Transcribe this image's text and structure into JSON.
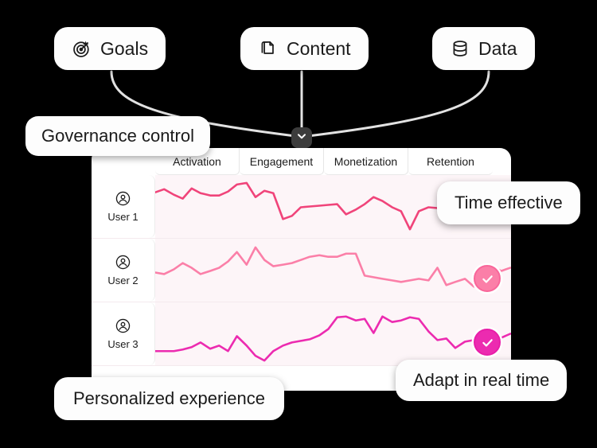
{
  "theme": {
    "background": "#000000",
    "pill_bg": "#fdfdfd",
    "text": "#1b1b1b",
    "panel_bg": "#ffffff",
    "chart_bg": "#fdf5f8",
    "connector": "#e2e2e2",
    "chevron_bg": "#3c3c3c",
    "line_user1": "#f0447a",
    "line_user2": "#fb7fa8",
    "line_user3": "#ec2bb0",
    "badge_user2": "#fb7fa8",
    "badge_user3": "#ec2bb0"
  },
  "sources": [
    {
      "id": "goals",
      "label": "Goals",
      "icon": "target-icon"
    },
    {
      "id": "content",
      "label": "Content",
      "icon": "documents-copy-icon"
    },
    {
      "id": "data",
      "label": "Data",
      "icon": "database-icon"
    }
  ],
  "connector_node": {
    "icon": "chevron-down-icon"
  },
  "callouts": {
    "governance": "Governance control",
    "time": "Time effective",
    "adapt": "Adapt in real time",
    "personalized": "Personalized experience"
  },
  "panel": {
    "tabs": [
      {
        "id": "activation",
        "label": "Activation"
      },
      {
        "id": "engagement",
        "label": "Engagement"
      },
      {
        "id": "monetization",
        "label": "Monetization"
      },
      {
        "id": "retention",
        "label": "Retention"
      }
    ],
    "rows": [
      {
        "id": "user1",
        "label": "User 1",
        "avatar": "user-circle-icon",
        "checked": false
      },
      {
        "id": "user2",
        "label": "User 2",
        "avatar": "user-circle-icon",
        "checked": true
      },
      {
        "id": "user3",
        "label": "User 3",
        "avatar": "user-circle-icon",
        "checked": true
      }
    ]
  },
  "chart_data": {
    "type": "line",
    "title": "",
    "xlabel": "",
    "ylabel": "",
    "grid": false,
    "legend_position": "left",
    "xlim": [
      0,
      40
    ],
    "ylim": [
      0,
      100
    ],
    "series": [
      {
        "name": "User 1",
        "color": "#f0447a",
        "values": [
          74,
          78,
          72,
          68,
          80,
          74,
          72,
          72,
          76,
          84,
          86,
          70,
          76,
          74,
          42,
          46,
          56,
          57,
          58,
          59,
          60,
          48,
          54,
          60,
          68,
          64,
          56,
          52,
          32,
          52,
          56,
          55,
          54,
          62,
          74,
          66,
          70,
          68,
          72,
          70
        ]
      },
      {
        "name": "User 2",
        "color": "#fb7fa8",
        "values": [
          52,
          50,
          56,
          64,
          58,
          50,
          54,
          58,
          66,
          78,
          62,
          84,
          70,
          62,
          64,
          66,
          70,
          74,
          76,
          74,
          74,
          78,
          78,
          48,
          46,
          44,
          42,
          40,
          42,
          44,
          42,
          56,
          36,
          40,
          44,
          34,
          54,
          58,
          52,
          56
        ]
      },
      {
        "name": "User 3",
        "color": "#ec2bb0",
        "values": [
          26,
          26,
          26,
          28,
          30,
          36,
          28,
          32,
          26,
          46,
          34,
          20,
          14,
          26,
          34,
          38,
          40,
          42,
          48,
          56,
          74,
          76,
          70,
          72,
          50,
          76,
          68,
          70,
          74,
          72,
          56,
          44,
          46,
          30,
          40,
          42,
          38,
          40,
          46,
          52
        ]
      }
    ]
  }
}
